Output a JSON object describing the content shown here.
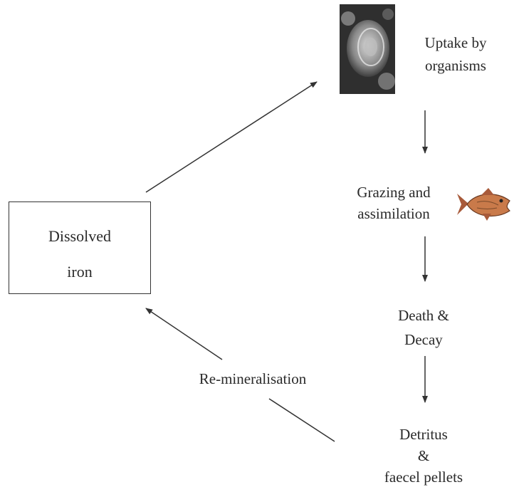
{
  "nodes": {
    "dissolved_iron": {
      "line1": "Dissolved",
      "line2": "iron"
    },
    "uptake": {
      "line1": "Uptake by",
      "line2": "organisms"
    },
    "grazing": {
      "line1": "Grazing and",
      "line2": "assimilation"
    },
    "death": {
      "line1": "Death &",
      "line2": "Decay"
    },
    "detritus": {
      "line1": "Detritus",
      "line2": "&",
      "line3": "faecel pellets"
    }
  },
  "edge_labels": {
    "remineralisation": "Re-mineralisation"
  },
  "icons": {
    "organism_photo": "diatom-microscope-photo",
    "fish": "fish-icon"
  }
}
